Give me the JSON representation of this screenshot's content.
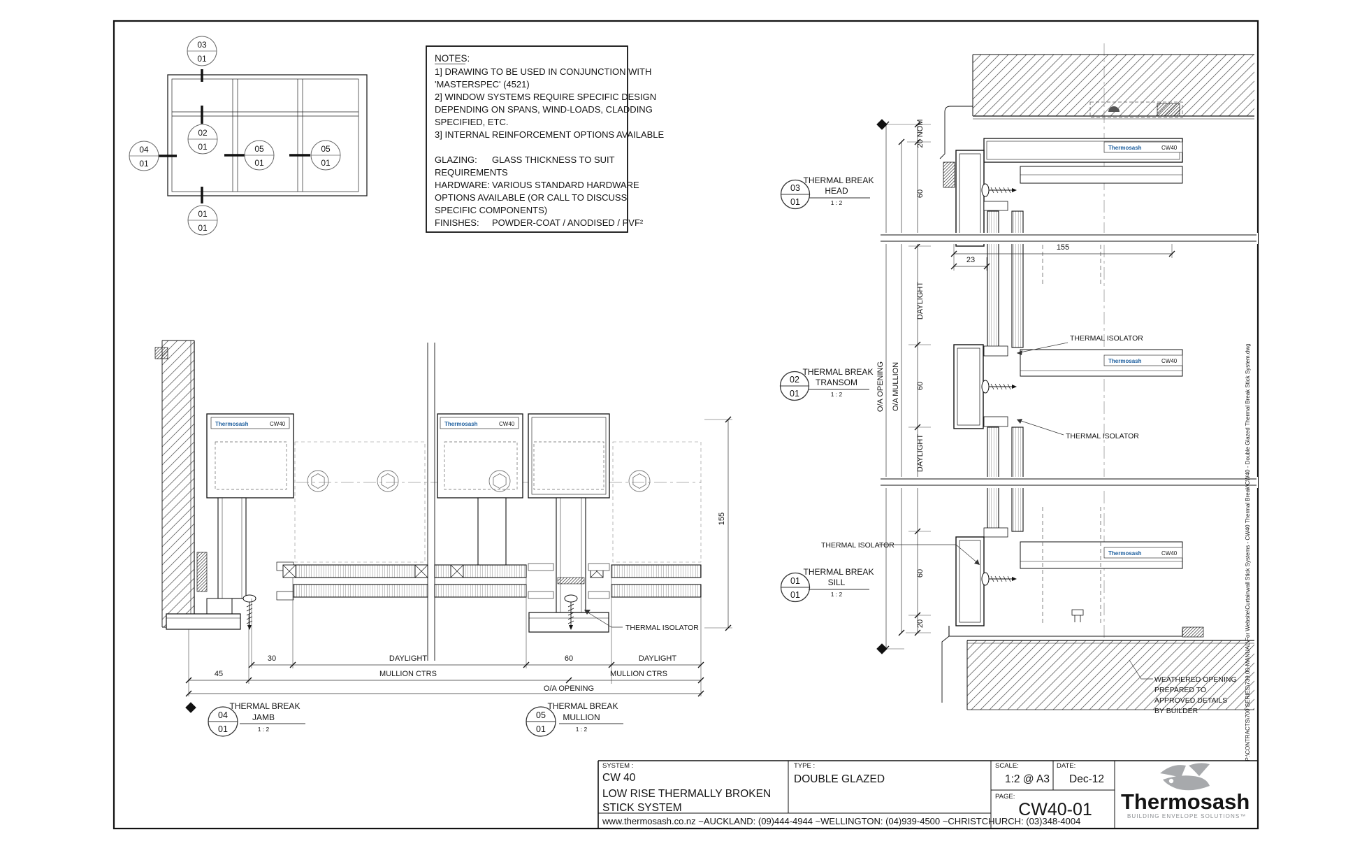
{
  "sheet": {
    "line_color": "#141414",
    "file_path": "P:\\CONTRACTS\\700 SERIES\\739.00-MANUAL\\For Website\\Curtainwall Stick Systems - CW40 Thermal Break\\CW40 - Double Glazed Thermal Break Stick System.dwg"
  },
  "notes": {
    "heading": "NOTES:",
    "line1": "1] DRAWING TO BE USED IN CONJUNCTION WITH",
    "line2": "'MASTERSPEC' (4521)",
    "line3": "2] WINDOW SYSTEMS REQUIRE SPECIFIC DESIGN",
    "line4": "DEPENDING ON SPANS, WIND-LOADS, CLADDING",
    "line5": "SPECIFIED, ETC.",
    "line6": "3] INTERNAL REINFORCEMENT OPTIONS AVAILABLE",
    "glazing_label": "GLAZING:",
    "glazing_value": "GLASS THICKNESS TO SUIT",
    "glazing_cont": "REQUIREMENTS",
    "hardware_label": "HARDWARE:",
    "hardware_value": "VARIOUS STANDARD HARDWARE",
    "hardware_cont1": "OPTIONS AVAILABLE (OR CALL TO DISCUSS",
    "hardware_cont2": "SPECIFIC COMPONENTS)",
    "finishes_label": "FINISHES:",
    "finishes_value": "POWDER-COAT / ANODISED / PVF²"
  },
  "elevation": {
    "b_head_top": "03",
    "b_head_bot": "01",
    "b_transom_top": "02",
    "b_transom_bot": "01",
    "b_jamb_top": "04",
    "b_jamb_bot": "01",
    "b_mull1_top": "05",
    "b_mull1_bot": "01",
    "b_mull2_top": "05",
    "b_mull2_bot": "01",
    "b_sill_top": "01",
    "b_sill_bot": "01"
  },
  "details": {
    "head": {
      "num": "03",
      "sheet": "01",
      "line1": "THERMAL BREAK",
      "line2": "HEAD",
      "scale": "1 : 2"
    },
    "transom": {
      "num": "02",
      "sheet": "01",
      "line1": "THERMAL BREAK",
      "line2": "TRANSOM",
      "scale": "1 : 2"
    },
    "sill": {
      "num": "01",
      "sheet": "01",
      "line1": "THERMAL BREAK",
      "line2": "SILL",
      "scale": "1 : 2"
    },
    "jamb": {
      "num": "04",
      "sheet": "01",
      "line1": "THERMAL BREAK",
      "line2": "JAMB",
      "scale": "1 : 2"
    },
    "mullion": {
      "num": "05",
      "sheet": "01",
      "line1": "THERMAL BREAK",
      "line2": "MULLION",
      "scale": "1 : 2"
    }
  },
  "labels": {
    "thermal_isolator": "THERMAL ISOLATOR",
    "weathered1": "WEATHERED OPENING",
    "weathered2": "PREPARED TO",
    "weathered3": "APPROVED DETAILS",
    "weathered4": "BY BUILDER",
    "brand_name": "Thermosash",
    "brand_code": "CW40"
  },
  "dims_section": {
    "nom20": "20 NOM",
    "d60_head": "60",
    "daylight_upper": "DAYLIGHT",
    "oa_opening": "O/A OPENING",
    "oa_mullion": "O/A MULLION",
    "d60_transom": "60",
    "daylight_lower": "DAYLIGHT",
    "d60_sill": "60",
    "d20": "20",
    "d23": "23",
    "d155": "155"
  },
  "dims_plan": {
    "d30": "30",
    "daylight_left": "DAYLIGHT",
    "d45": "45",
    "mullion_ctrs_left": "MULLION CTRS",
    "d60": "60",
    "daylight_right": "DAYLIGHT",
    "mullion_ctrs_right": "MULLION CTRS",
    "oa_opening": "O/A OPENING",
    "d155": "155"
  },
  "title_block": {
    "system_label": "SYSTEM :",
    "system1": "CW 40",
    "system2": "LOW RISE THERMALLY BROKEN",
    "system3": "STICK SYSTEM",
    "type_label": "TYPE :",
    "type_value": "DOUBLE GLAZED",
    "scale_label": "SCALE:",
    "scale_value": "1:2 @ A3",
    "date_label": "DATE:",
    "date_value": "Dec-12",
    "page_label": "PAGE:",
    "page_value": "CW40-01",
    "contact": "www.thermosash.co.nz ~AUCKLAND: (09)444-4944 ~WELLINGTON: (04)939-4500 ~CHRISTCHURCH: (03)348-4004",
    "logo_name": "Thermosash",
    "logo_tagline": "BUILDING ENVELOPE SOLUTIONS™",
    "logo_color": "#1c4e80",
    "bird_color": "#a7a9ac"
  }
}
